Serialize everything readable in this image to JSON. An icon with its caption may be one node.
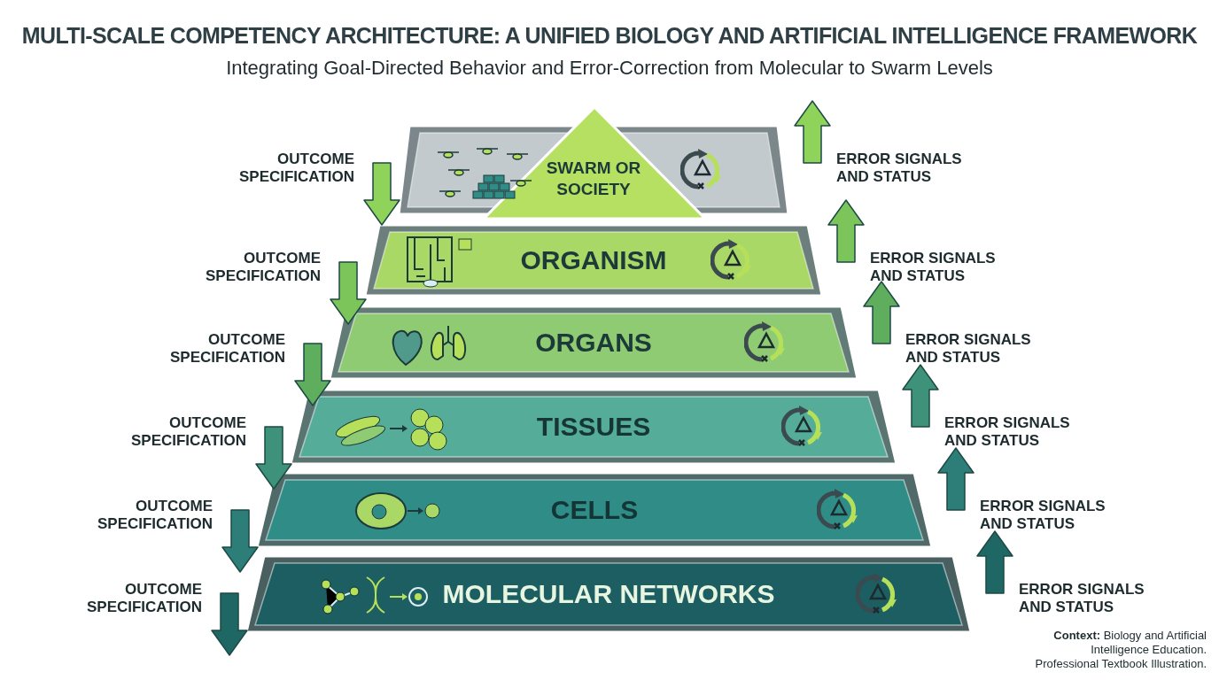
{
  "diagram": {
    "title": "MULTI-SCALE COMPETENCY ARCHITECTURE: A UNIFIED BIOLOGY AND ARTIFICIAL INTELLIGENCE FRAMEWORK",
    "caption": "**Context:** Biology and Artificial Intelligence Education. Professional Textbook Illustration.",
    "nodes": [
      {
        "text": [
          "SWARM OR SOCIETY"
        ]
      },
      {
        "text": [
          "ORGANISM"
        ]
      },
      {
        "text": [
          "ORGANS"
        ]
      },
      {
        "text": [
          "TISSUES"
        ]
      },
      {
        "text": [
          "CELLS"
        ]
      },
      {
        "text": [
          "MOLECULAR NETWORKS"
        ]
      }
    ],
    "edges": [
      {
        "from": 0,
        "to": 1,
        "arrow": "to"
      },
      {
        "from": 0,
        "to": null,
        "arrow": "to"
      },
      {
        "from": 1,
        "to": 2,
        "arrow": "to"
      },
      {
        "from": 1,
        "to": 0,
        "arrow": "to"
      },
      {
        "from": 2,
        "to": 3,
        "arrow": "to"
      },
      {
        "from": 2,
        "to": 1,
        "arrow": "to"
      },
      {
        "from": 3,
        "to": 4,
        "arrow": "to"
      },
      {
        "from": 3,
        "to": 2,
        "arrow": "to"
      },
      {
        "from": 4,
        "to": 5,
        "arrow": "to"
      },
      {
        "from": 4,
        "to": 3,
        "arrow": "to"
      },
      {
        "from": 5,
        "to": null,
        "arrow": "to"
      },
      {
        "from": 5,
        "to": 4,
        "arrow": "to"
      }
    ],
    "labels": [
      "Integrating Goal-Directed Behavior and Error-Correction from Molecular to Swarm Levels",
      "OUTCOME SPECIFICATION",
      "ERROR SIGNALS AND STATUS",
      "OUTCOME SPECIFICATION",
      "ERROR SIGNALS AND STATUS",
      "OUTCOME SPECIFICATION",
      "ERROR SIGNALS AND STATUS",
      "OUTCOME SPECIFICATION",
      "ERROR SIGNALS AND STATUS",
      "OUTCOME SPECIFICATION",
      "ERROR SIGNALS AND STATUS",
      "OUTCOME SPECIFICATION",
      "ERROR SIGNALS AND STATUS"
    ]
  }
}
